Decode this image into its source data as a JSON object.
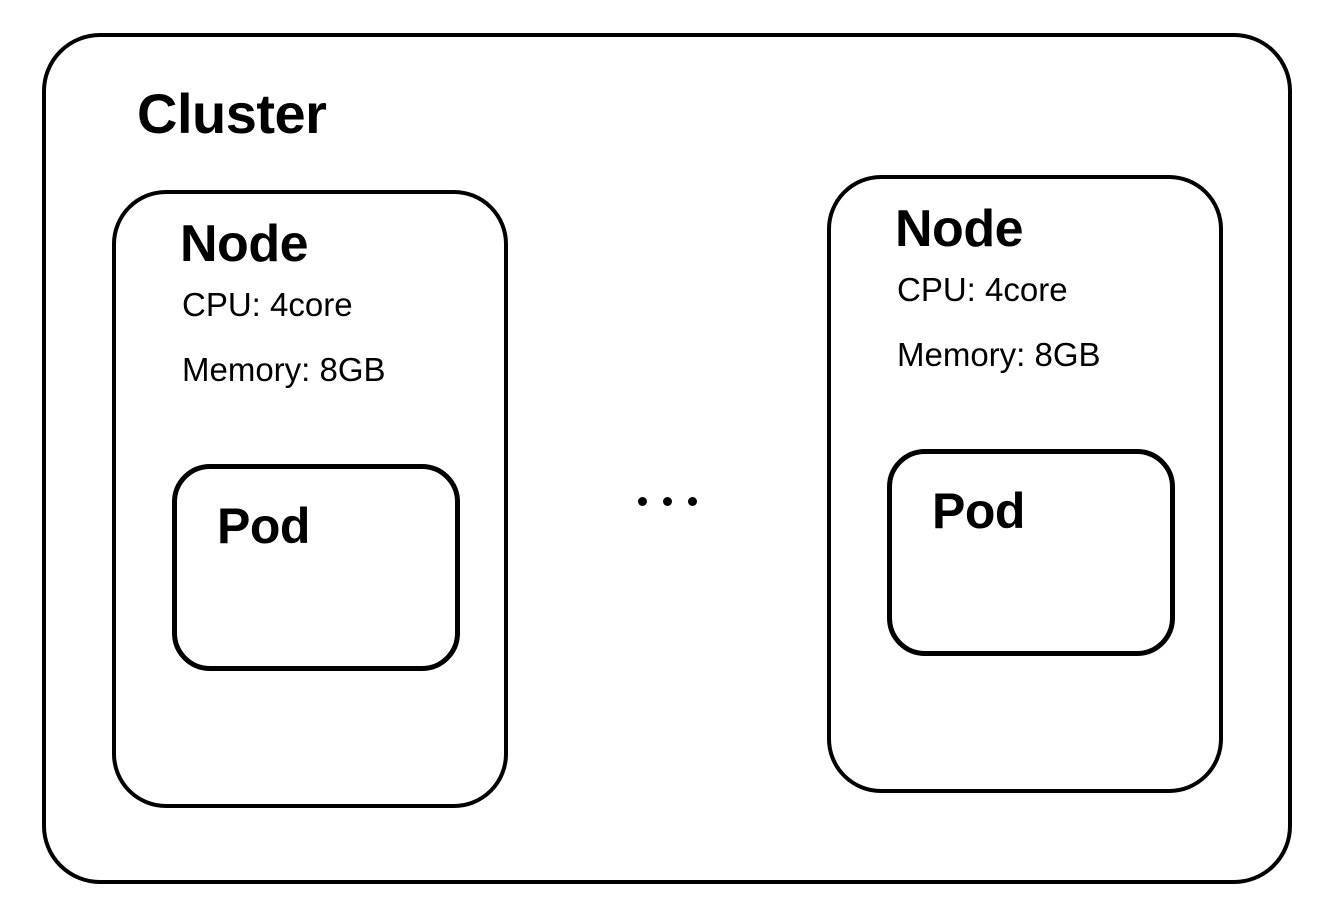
{
  "cluster": {
    "label": "Cluster",
    "ellipsis": "...",
    "nodes": [
      {
        "label": "Node",
        "cpu": "CPU: 4core",
        "memory": "Memory: 8GB",
        "pod_label": "Pod"
      },
      {
        "label": "Node",
        "cpu": "CPU: 4core",
        "memory": "Memory: 8GB",
        "pod_label": "Pod"
      }
    ]
  },
  "colors": {
    "border": "#000000",
    "background": "#ffffff",
    "text": "#000000"
  }
}
